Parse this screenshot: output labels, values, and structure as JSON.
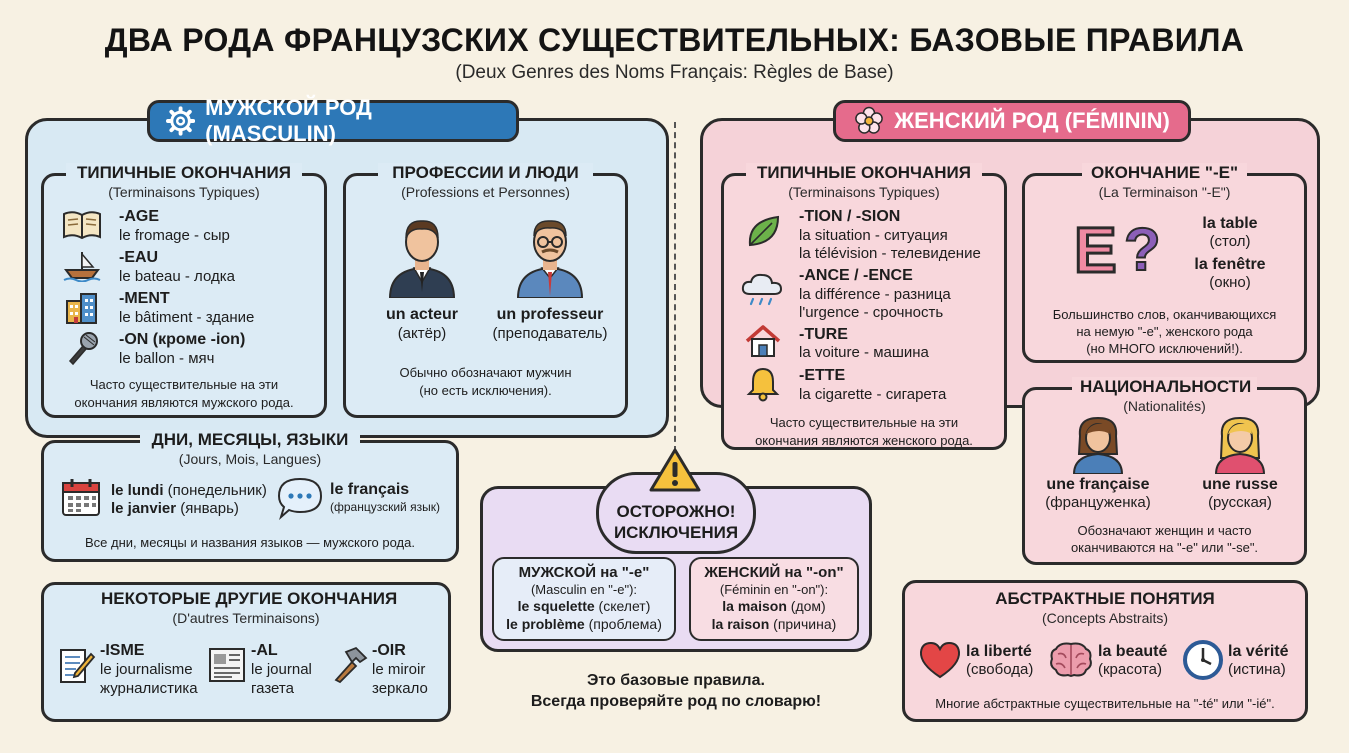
{
  "title": "ДВА РОДА ФРАНЦУЗСКИХ СУЩЕСТВИТЕЛЬНЫХ: БАЗОВЫЕ ПРАВИЛА",
  "subtitle": "(Deux Genres des Noms Français: Règles de Base)",
  "masculine": {
    "header": "МУЖСКОЙ РОД (MASCULIN)",
    "endings": {
      "title": "ТИПИЧНЫЕ ОКОНЧАНИЯ",
      "subtitle": "(Terminaisons Typiques)",
      "items": [
        {
          "ending": "-AGE",
          "example": "le fromage - сыр",
          "icon": "book-icon"
        },
        {
          "ending": "-EAU",
          "example": "le bateau - лодка",
          "icon": "boat-icon"
        },
        {
          "ending": "-MENT",
          "example": "le bâtiment - здание",
          "icon": "building-icon"
        },
        {
          "ending": "-ON (кроме -ion)",
          "example": "le ballon - мяч",
          "icon": "microphone-icon"
        }
      ],
      "note_line1": "Часто существительные на эти",
      "note_line2": "окончания являются мужского рода."
    },
    "professions": {
      "title": "ПРОФЕССИИ И ЛЮДИ",
      "subtitle": "(Professions et Personnes)",
      "people": [
        {
          "fr": "un acteur",
          "ru": "(актёр)"
        },
        {
          "fr": "un professeur",
          "ru": "(преподаватель)"
        }
      ],
      "note_line1": "Обычно обозначают мужчин",
      "note_line2": "(но есть исключения)."
    },
    "days": {
      "title": "ДНИ, МЕСЯЦЫ, ЯЗЫКИ",
      "subtitle": "(Jours, Mois, Langues)",
      "lundi": "le lundi",
      "lundi_ru": "(понедельник)",
      "janvier": "le janvier",
      "janvier_ru": "(январь)",
      "francais": "le français",
      "francais_ru": "(французский язык)",
      "note": "Все дни, месяцы и названия языков — мужского рода."
    },
    "other": {
      "title": "НЕКОТОРЫЕ ДРУГИЕ ОКОНЧАНИЯ",
      "subtitle": "(D'autres Terminaisons)",
      "items": [
        {
          "ending": "-ISME",
          "example1": "le journalisme",
          "example2": "журналистика"
        },
        {
          "ending": "-AL",
          "example1": "le journal",
          "example2": "газета"
        },
        {
          "ending": "-OIR",
          "example1": "le miroir",
          "example2": "зеркало"
        }
      ]
    }
  },
  "feminine": {
    "header": "ЖЕНСКИЙ РОД (FÉMININ)",
    "endings": {
      "title": "ТИПИЧНЫЕ ОКОНЧАНИЯ",
      "subtitle": "(Terminaisons Typiques)",
      "items": [
        {
          "ending": "-TION / -SION",
          "example1": "la situation - ситуация",
          "example2": "la télévision - телевидение"
        },
        {
          "ending": "-ANCE / -ENCE",
          "example1": "la différence - разница",
          "example2": "l'urgence - срочность"
        },
        {
          "ending": "-TURE",
          "example1": "la voiture - машина",
          "example2": ""
        },
        {
          "ending": "-ETTE",
          "example1": "la cigarette - сигарета",
          "example2": ""
        }
      ],
      "note_line1": "Часто существительные на эти",
      "note_line2": "окончания являются женского рода."
    },
    "e_ending": {
      "title": "ОКОНЧАНИЕ \"-E\"",
      "subtitle": "(La Terminaison \"-E\")",
      "table": "la table",
      "table_ru": "(стол)",
      "fenetre": "la fenêtre",
      "fenetre_ru": "(окно)",
      "big_letter": "E",
      "question": "?",
      "note_line1": "Большинство слов, оканчивающихся",
      "note_line2": "на немую \"-e\", женского рода",
      "note_line3": "(но МНОГО исключений!)."
    },
    "nationalities": {
      "title": "НАЦИОНАЛЬНОСТИ",
      "subtitle": "(Nationalités)",
      "people": [
        {
          "fr": "une française",
          "ru": "(француженка)"
        },
        {
          "fr": "une russe",
          "ru": "(русская)"
        }
      ],
      "note_line1": "Обозначают женщин и часто",
      "note_line2": "оканчиваются на \"-e\" или \"-se\"."
    },
    "abstract": {
      "title": "АБСТРАКТНЫЕ ПОНЯТИЯ",
      "subtitle": "(Concepts Abstraits)",
      "items": [
        {
          "fr": "la liberté",
          "ru": "(свобода)"
        },
        {
          "fr": "la beauté",
          "ru": "(красота)"
        },
        {
          "fr": "la vérité",
          "ru": "(истина)"
        }
      ],
      "note": "Многие абстрактные существительные на \"-té\" или \"-ié\"."
    }
  },
  "exceptions": {
    "title_line1": "ОСТОРОЖНО!",
    "title_line2": "ИСКЛЮЧЕНИЯ",
    "masc": {
      "title": "МУЖСКОЙ на \"-e\"",
      "subtitle": "(Masculin en \"-e\"):",
      "ex1": "le squelette",
      "ex1_ru": "(скелет)",
      "ex2": "le problème",
      "ex2_ru": "(проблема)"
    },
    "fem": {
      "title": "ЖЕНСКИЙ на \"-on\"",
      "subtitle": "(Féminin en \"-on\"):",
      "ex1": "la maison",
      "ex1_ru": "(дом)",
      "ex2": "la raison",
      "ex2_ru": "(причина)"
    }
  },
  "footer_line1": "Это базовые правила.",
  "footer_line2": "Всегда проверяйте род по словарю!",
  "colors": {
    "masc_accent": "#2d78b7",
    "fem_accent": "#e56b8c",
    "background": "#f7f1e3"
  }
}
